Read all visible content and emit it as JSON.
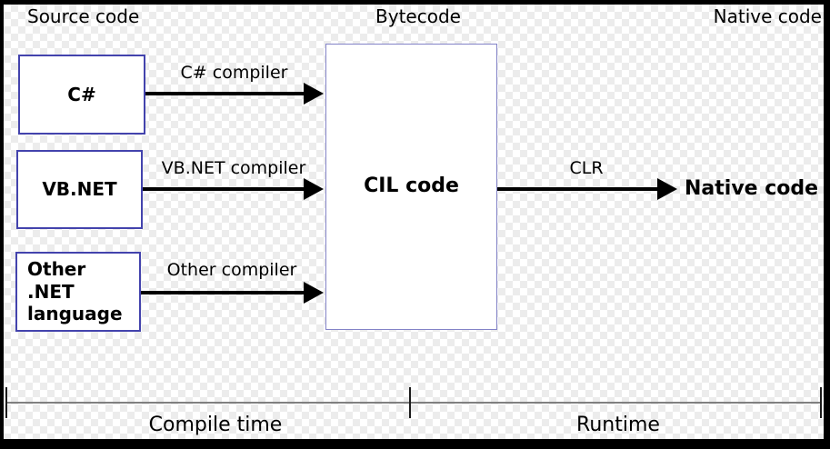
{
  "headers": {
    "source_code": "Source code",
    "bytecode": "Bytecode",
    "native_code": "Native code"
  },
  "boxes": {
    "csharp": "C#",
    "vbnet": "VB.NET",
    "other": "Other .NET language",
    "cil": "CIL code"
  },
  "arrows": {
    "csharp_compiler": "C# compiler",
    "vbnet_compiler": "VB.NET compiler",
    "other_compiler": "Other compiler",
    "clr": "CLR"
  },
  "native_code_result": "Native code",
  "timeline": {
    "compile_time": "Compile time",
    "runtime": "Runtime"
  },
  "colors": {
    "source_box_border": "#4343ad",
    "cil_box_border": "#8383c7",
    "box_fill": "#ffffff",
    "arrow": "#000000",
    "timeline_line": "#808080",
    "frame": "#000000",
    "checker_light": "#ffffff",
    "checker_dark": "#ececec"
  }
}
